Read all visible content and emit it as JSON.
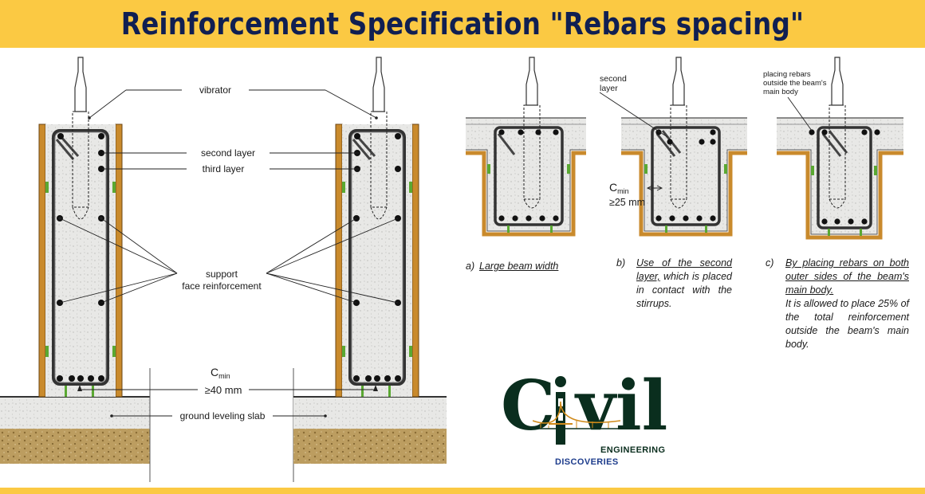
{
  "title": "Reinforcement Specification \"Rebars spacing\"",
  "column_labels": {
    "vibrator": "vibrator",
    "second_layer": "second layer",
    "third_layer": "third layer",
    "support_line1": "support",
    "support_line2": "face reinforcement",
    "cmin": "C",
    "cmin_sub": "min",
    "cover": "≥40 mm",
    "ground": "ground leveling slab"
  },
  "beam_labels": {
    "second": [
      "second",
      "layer"
    ],
    "cmin": "C",
    "cmin_sub": "min",
    "cover": "≥25 mm",
    "placing": [
      "placing rebars",
      "outside the beam's",
      "main body"
    ]
  },
  "captions": [
    {
      "letter": "a)",
      "html": "<u>Large beam width</u>"
    },
    {
      "letter": "b)",
      "html": "<u>Use of the second layer,</u> which is placed in contact with the stirrups."
    },
    {
      "letter": "c)",
      "html": "<u>By placing rebars on both outer sides of the beam's main body.</u><br>It is allowed to place 25% of the total reinforcement outside the beam's main body."
    }
  ],
  "logo": {
    "c": "C",
    "vil": "vil",
    "engineering": "ENGINEERING",
    "discoveries": "DISCOVERIES"
  },
  "colors": {
    "title_bar": "#fbc943",
    "title_text": "#101f52",
    "formwork": "#c98a2c",
    "concrete": "#e7e7e5",
    "rebar": "#111111",
    "spacer": "#5aa832",
    "soil": "#b99a5c"
  }
}
